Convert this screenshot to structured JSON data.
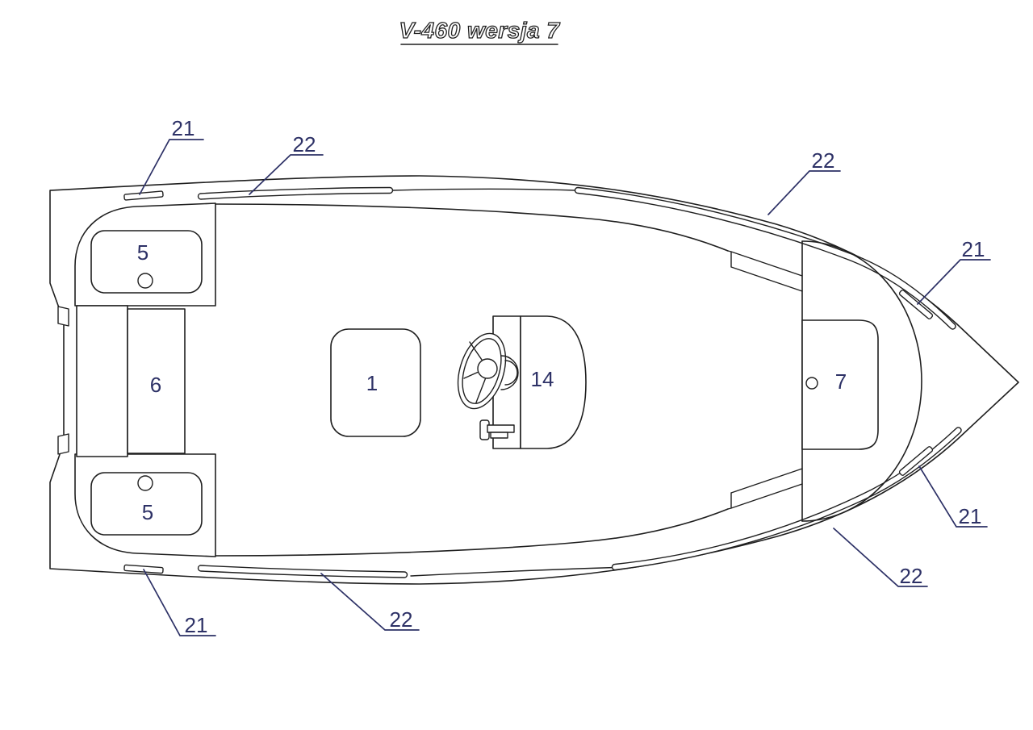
{
  "title": {
    "text": "V-460 wersja 7"
  },
  "colors": {
    "background": "#ffffff",
    "line": "#1f1f1f",
    "label": "#2d3166"
  },
  "drawing": {
    "type": "boat-deck-plan",
    "view": "top",
    "callouts": [
      {
        "id": "cleat-top-left",
        "text": "21"
      },
      {
        "id": "rubstrake-top-left",
        "text": "22"
      },
      {
        "id": "rubstrake-top-right",
        "text": "22"
      },
      {
        "id": "handle-bow-top",
        "text": "21"
      },
      {
        "id": "handle-bow-bottom",
        "text": "21"
      },
      {
        "id": "rubstrake-bottom-right",
        "text": "22"
      },
      {
        "id": "rubstrake-bottom-left",
        "text": "22"
      },
      {
        "id": "cleat-bottom-left",
        "text": "21"
      }
    ],
    "part_labels": [
      {
        "id": "seat",
        "text": "1"
      },
      {
        "id": "storage-top",
        "text": "5"
      },
      {
        "id": "storage-bottom",
        "text": "5"
      },
      {
        "id": "stern-bench",
        "text": "6"
      },
      {
        "id": "bow-hatch",
        "text": "7"
      },
      {
        "id": "steering-console",
        "text": "14"
      }
    ]
  }
}
